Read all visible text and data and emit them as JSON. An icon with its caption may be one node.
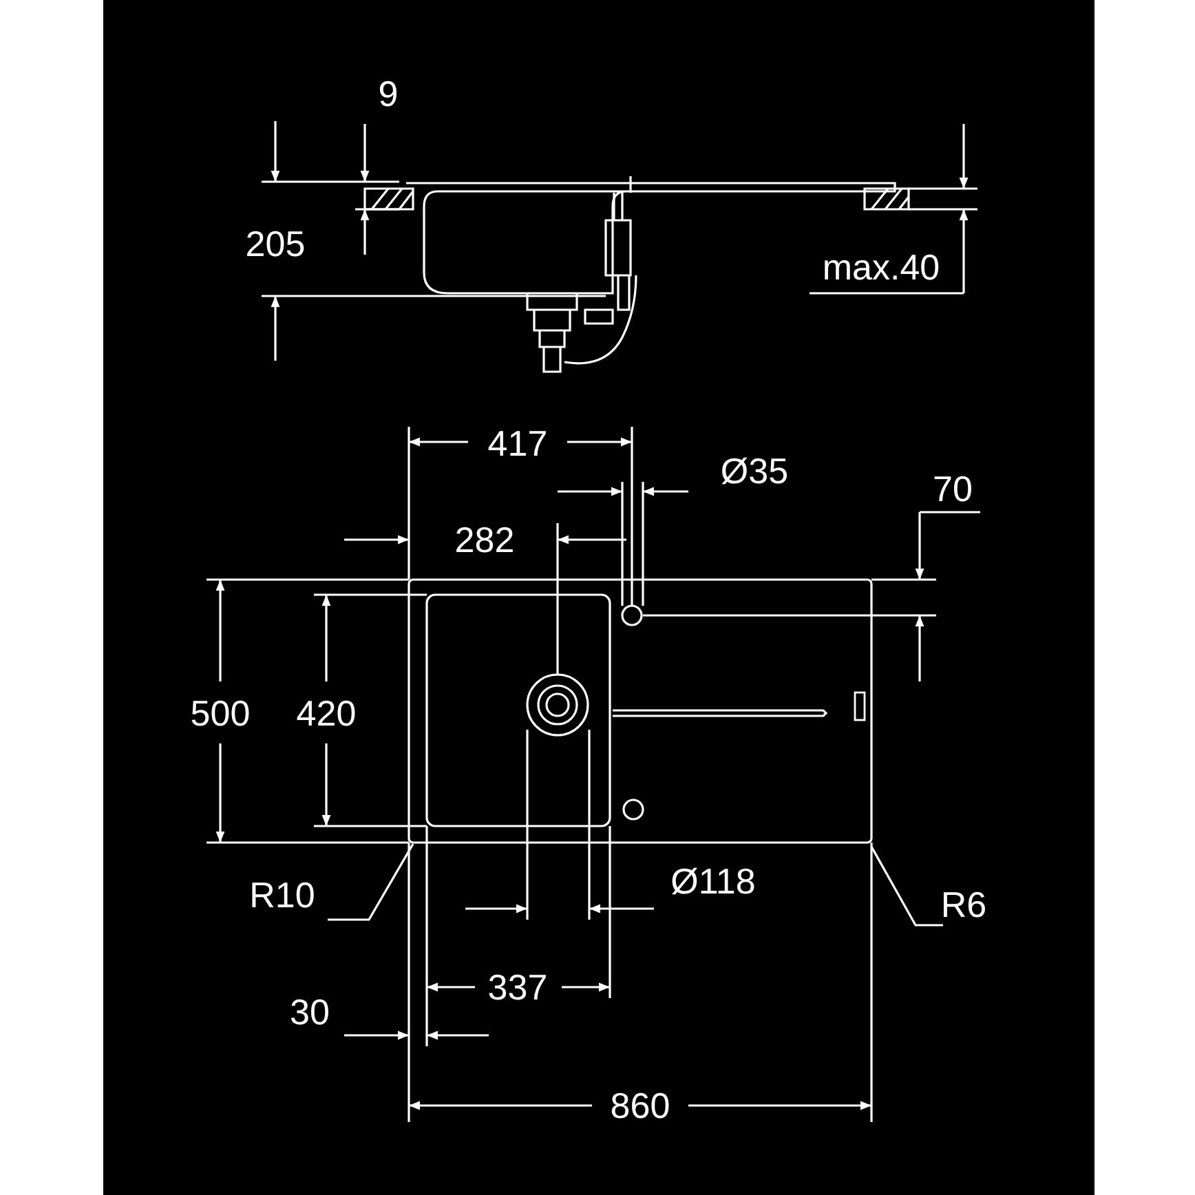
{
  "diagram": {
    "nodes": [
      {
        "text": [
          "R10"
        ]
      },
      {
        "text": [
          "R6"
        ]
      },
      {
        "text": [],
        "shape": "picture"
      }
    ],
    "edges": [
      {
        "from": 0,
        "to": 2,
        "arrow": "none"
      },
      {
        "from": 1,
        "to": 2,
        "arrow": "none"
      }
    ],
    "labels": [
      "9",
      "205",
      "max.40",
      "417",
      "Ø35",
      "70",
      "282",
      "500",
      "420",
      "Ø118",
      "337",
      "30",
      "860"
    ]
  }
}
